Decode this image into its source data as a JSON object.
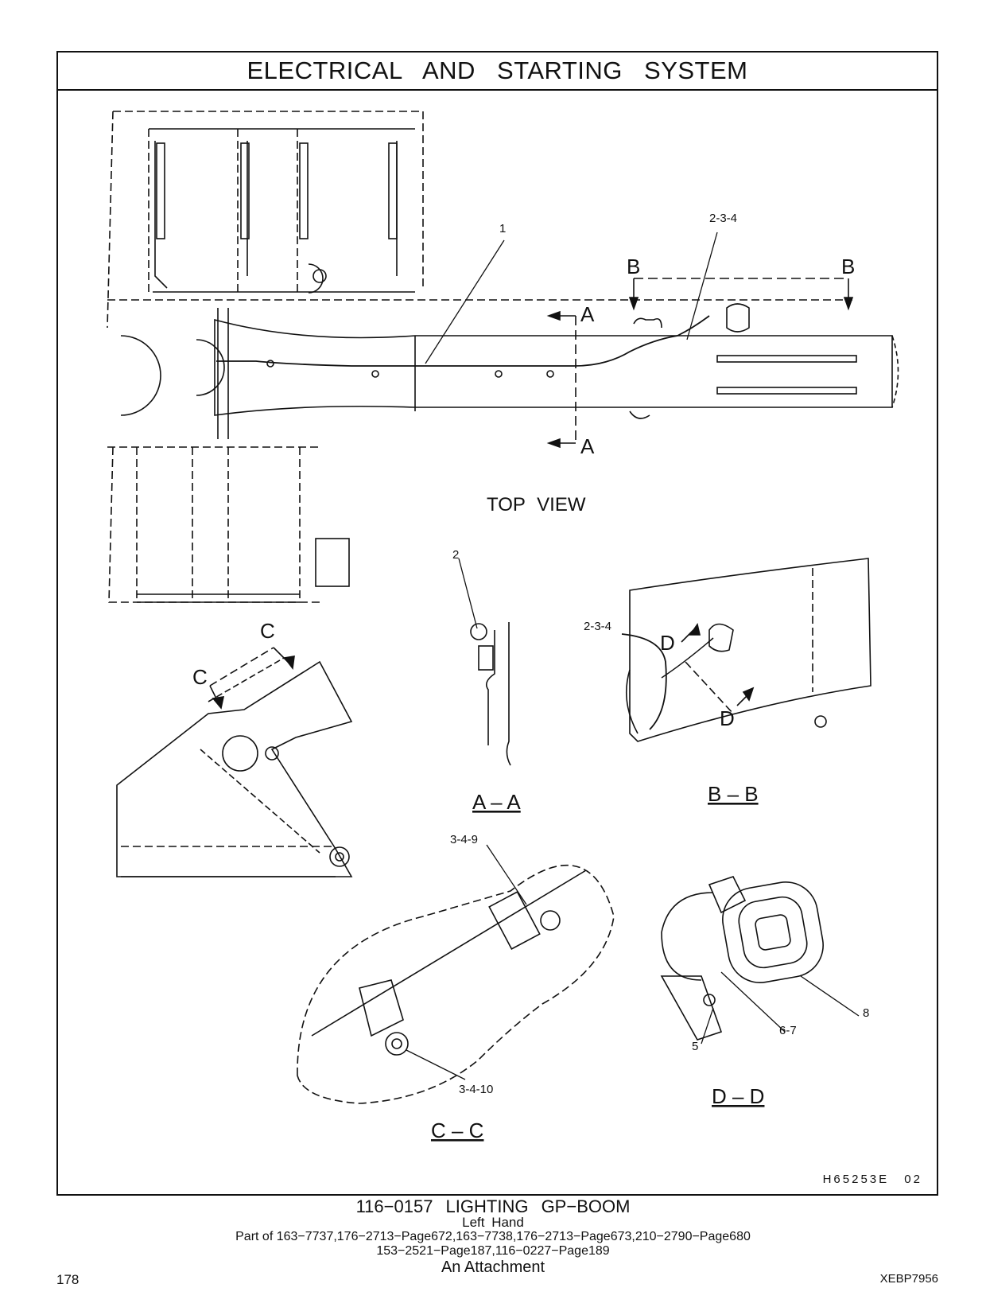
{
  "header": {
    "title": "ELECTRICAL AND STARTING SYSTEM"
  },
  "views": {
    "top": "TOP VIEW",
    "section_aa": "A – A",
    "section_bb": "B – B",
    "section_cc": "C – C",
    "section_dd": "D – D"
  },
  "section_markers": {
    "a": "A",
    "b": "B",
    "c": "C",
    "d": "D"
  },
  "callouts": {
    "top_1": "1",
    "top_234": "2-3-4",
    "aa_2": "2",
    "bb_234": "2-3-4",
    "cc_349": "3-4-9",
    "cc_3410": "3-4-10",
    "dd_8": "8",
    "dd_67": "6-7",
    "dd_5": "5"
  },
  "illustration_code": "H65253E 02",
  "caption": {
    "title": "116−0157 LIGHTING GP−BOOM",
    "subtitle": "Left Hand",
    "part_of_line1": "Part of 163−7737,176−2713−Page672,163−7738,176−2713−Page673,210−2790−Page680",
    "part_of_line2": "153−2521−Page187,116−0227−Page189",
    "attachment": "An Attachment"
  },
  "footer": {
    "page_number": "178",
    "doc_code": "XEBP7956"
  }
}
